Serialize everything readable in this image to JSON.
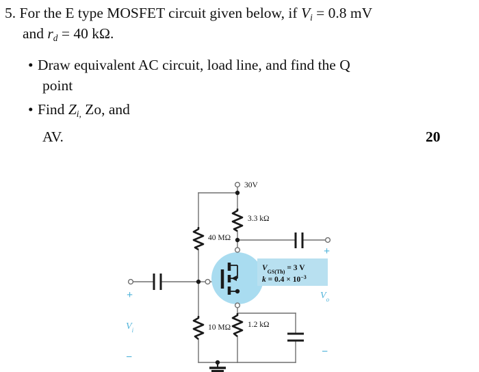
{
  "question": {
    "number": "5.",
    "line1_a": "For the E type MOSFET circuit given below, if ",
    "line1_v": "V",
    "line1_v_sub": "i",
    "line1_b": " = 0.8 mV",
    "line2_a": "and ",
    "line2_r": "r",
    "line2_r_sub": "d",
    "line2_b": " = 40 kΩ.",
    "bullet1": "Draw equivalent AC circuit, load line, and find the Q",
    "bullet1_cont": "point",
    "bullet2_a": "Find ",
    "bullet2_z": "Z",
    "bullet2_z_sub": "i,",
    "bullet2_b": " Zo, and",
    "bullet2_cont": "AV.",
    "marks": "20",
    "bullet_glyph": "•"
  },
  "circuit": {
    "supply_label": "30V",
    "rd_label": "3.3 kΩ",
    "r1_label": "40 MΩ",
    "r2_label": "10 MΩ",
    "rs_label": "1.2 kΩ",
    "input_plus": "+",
    "input_minus": "−",
    "input_label_v": "V",
    "input_label_sub": "i",
    "output_plus": "+",
    "output_minus": "−",
    "output_label_v": "V",
    "output_label_sub": "o",
    "spec_line1_v": "V",
    "spec_line1_sub": "GS(Th)",
    "spec_line1_val": " = 3 V",
    "spec_line2_k": "k",
    "spec_line2_val": " = 0.4 × 10",
    "spec_line2_exp": "−3",
    "colors": {
      "accent": "#4fb3d9",
      "spec_box_fill": "#b8e0f0",
      "device_circle_fill": "#a9dcf0",
      "wire": "#6e6e6e",
      "component": "#1a1a1a"
    }
  }
}
